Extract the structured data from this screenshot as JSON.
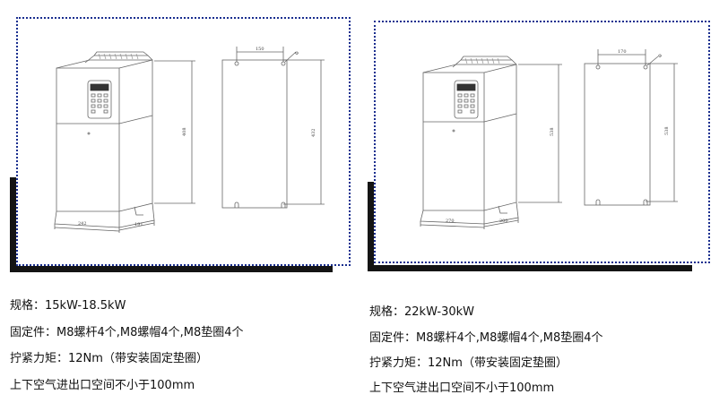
{
  "panels": [
    {
      "dims": {
        "front_width": "242",
        "side_depth": "191",
        "height": "408",
        "mount_width": "150",
        "mount_height": "432",
        "hole": "Φ"
      },
      "specs": [
        {
          "label": "规格：",
          "value": "15kW-18.5kW"
        },
        {
          "label": "固定件：",
          "value": "M8螺杆4个,M8螺帽4个,M8垫圈4个"
        },
        {
          "label": "拧紧力矩：",
          "value": "12Nm（带安装固定垫圈）"
        },
        {
          "label": "",
          "value": "上下空气进出口空间不小于100mm"
        }
      ]
    },
    {
      "dims": {
        "front_width": "270",
        "side_depth": "200",
        "height": "538",
        "mount_width": "170",
        "mount_height": "538",
        "hole": "Φ"
      },
      "specs": [
        {
          "label": "规格：",
          "value": "22kW-30kW"
        },
        {
          "label": "固定件：",
          "value": "M8螺杆4个,M8螺帽4个,M8垫圈4个"
        },
        {
          "label": "拧紧力矩：",
          "value": "12Nm（带安装固定垫圈）"
        },
        {
          "label": "",
          "value": "上下空气进出口空间不小于100mm"
        }
      ]
    }
  ]
}
